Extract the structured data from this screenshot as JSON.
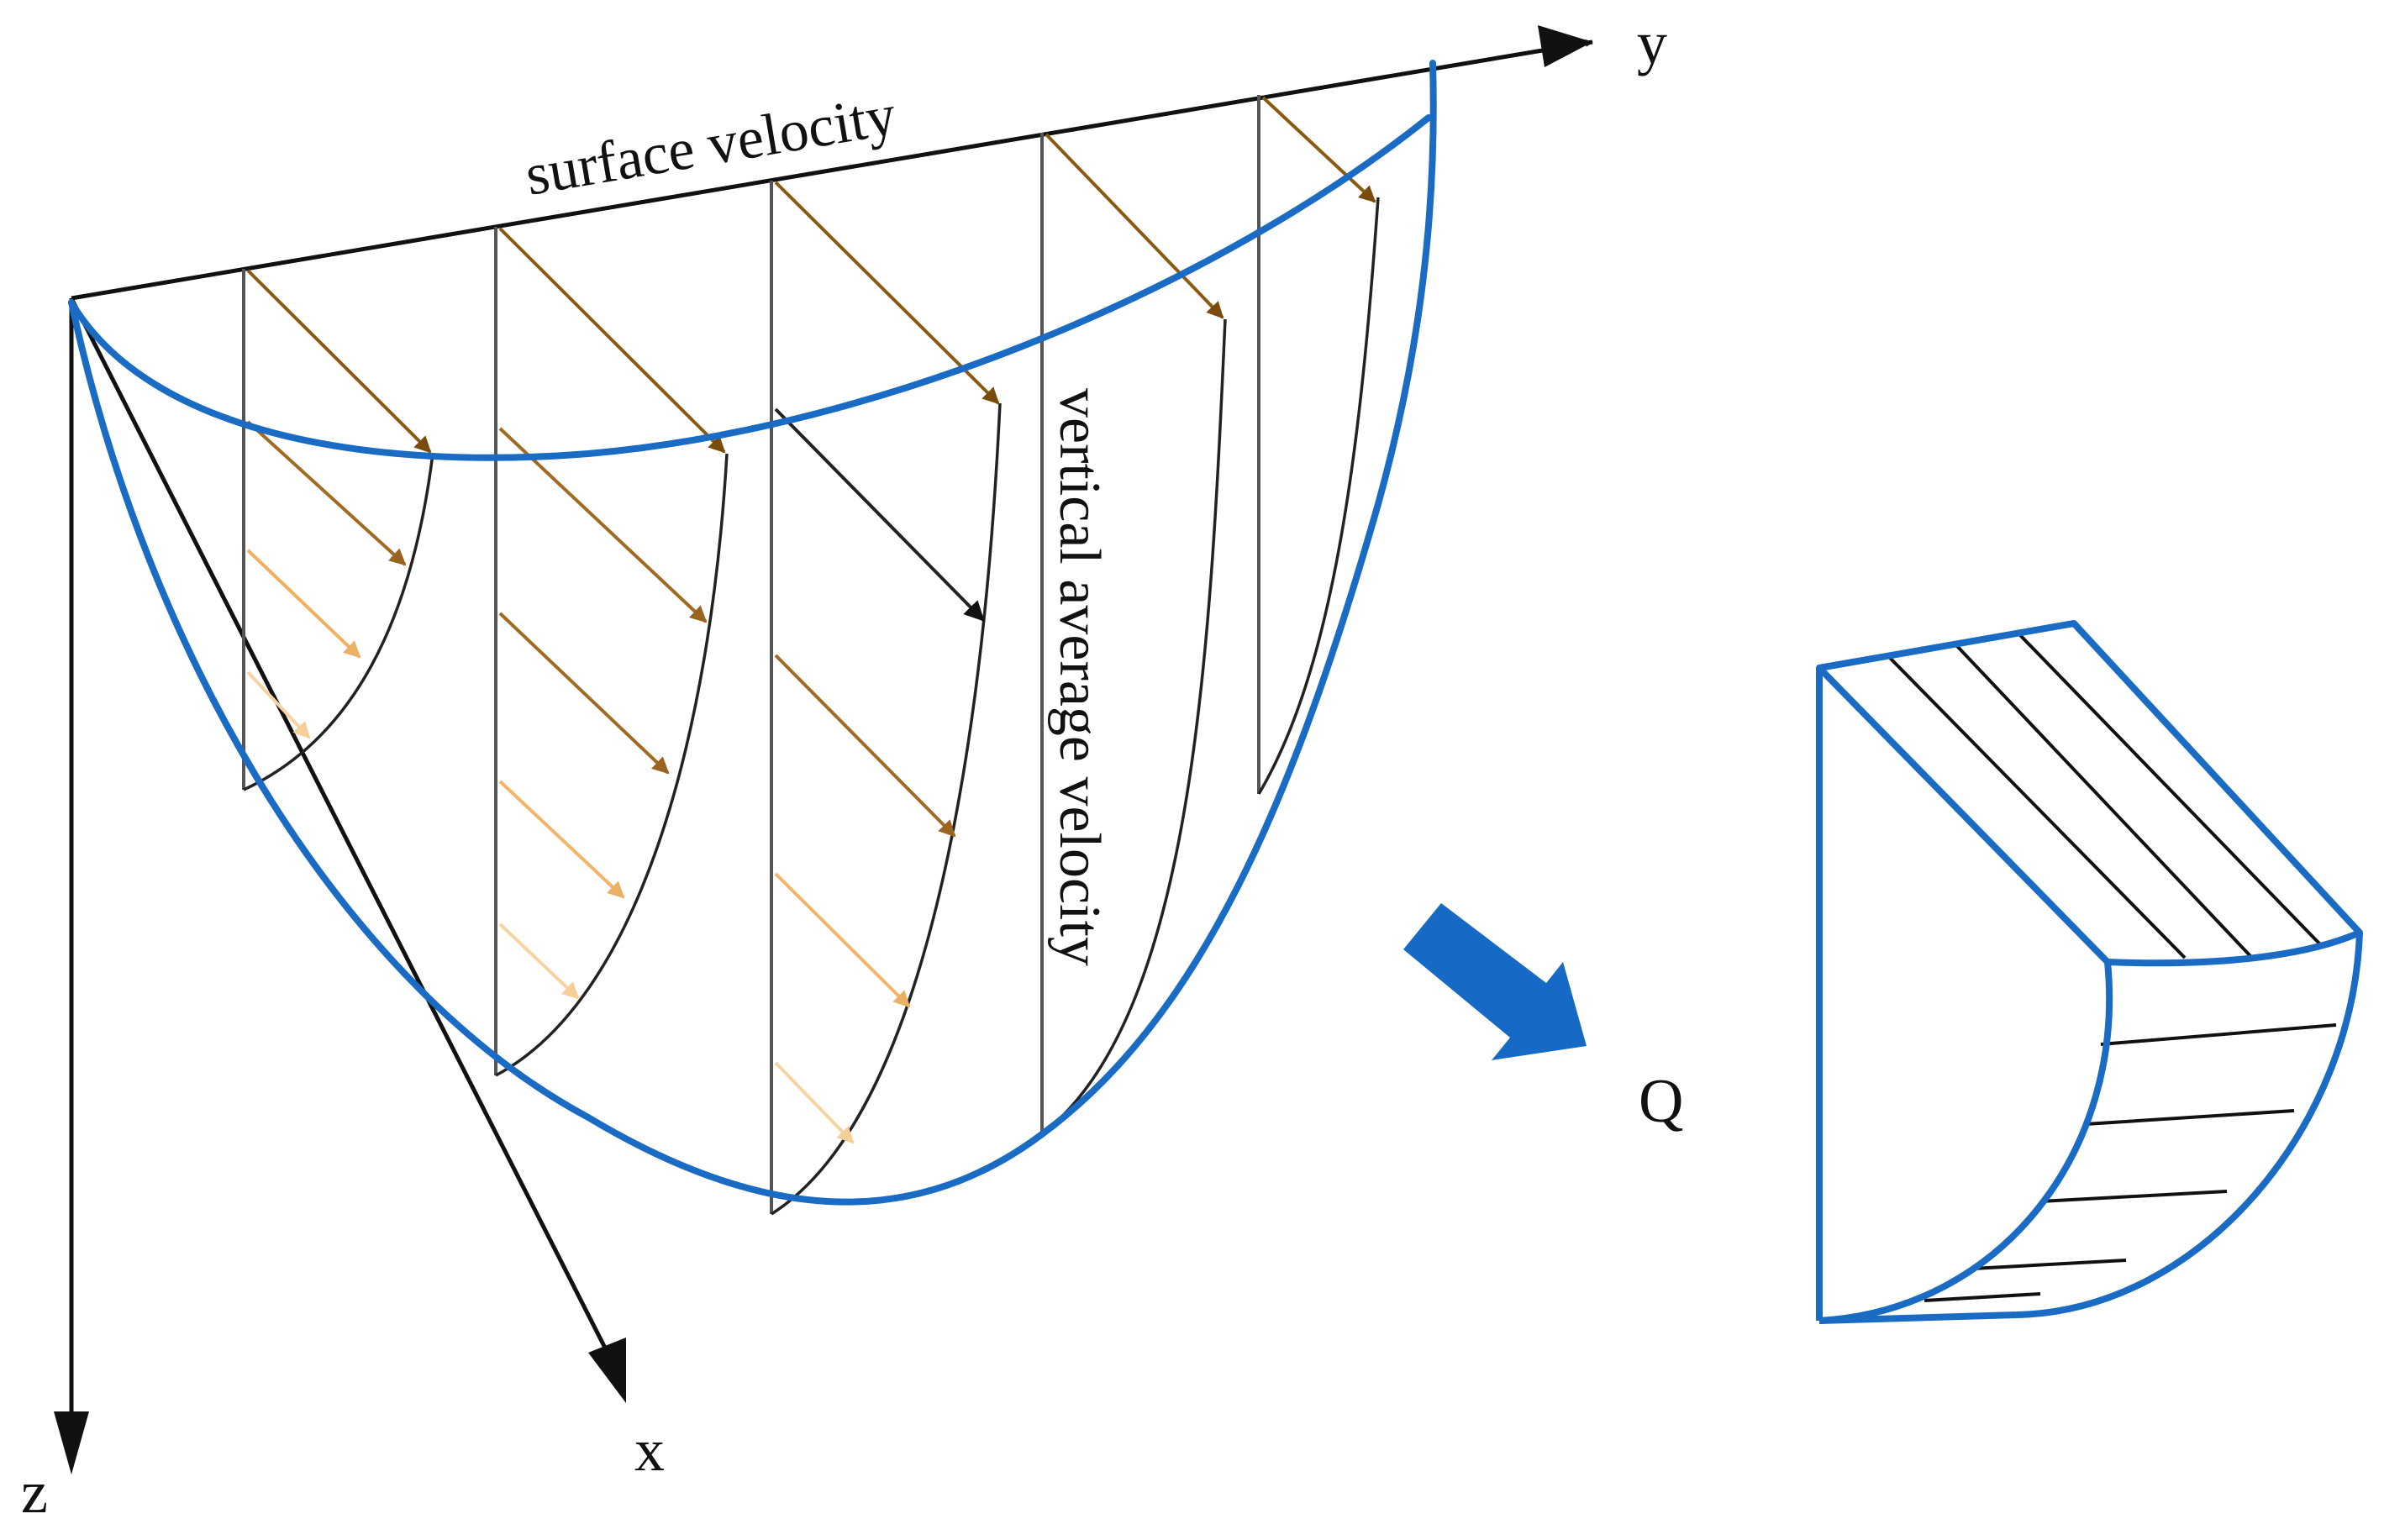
{
  "labels": {
    "surface_velocity": "surface velocity",
    "vertical_average_velocity": "vertical average velocity",
    "axis_y": "y",
    "axis_x": "x",
    "axis_z": "z",
    "discharge": "Q"
  },
  "colors": {
    "channel_outline": "#1a6bc4",
    "big_arrow": "#1669c4",
    "surface_arrow": "#8a5a12",
    "mid_arrow": "#b07a30",
    "deep_arrow": "#f2b56a",
    "axis": "#111111",
    "vertical_line": "#555555"
  }
}
